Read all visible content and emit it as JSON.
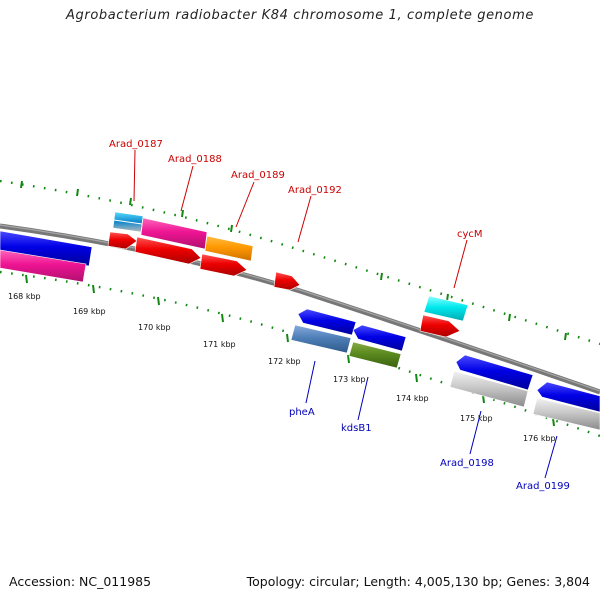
{
  "title": "Agrobacterium radiobacter K84 chromosome 1, complete genome",
  "footer": {
    "accession": "Accession: NC_011985",
    "summary": "Topology: circular; Length: 4,005,130 bp; Genes: 3,804"
  },
  "ticks": [
    "168 kbp",
    "169 kbp",
    "170 kbp",
    "171 kbp",
    "172 kbp",
    "173 kbp",
    "174 kbp",
    "175 kbp",
    "176 kbp"
  ],
  "colors": {
    "forward_label": "#cc0000",
    "reverse_label": "#0000bb",
    "tick": "#118811",
    "backbone": "#808080"
  },
  "forward_labels": [
    "Arad_0187",
    "Arad_0188",
    "Arad_0189",
    "Arad_0192",
    "cycM"
  ],
  "reverse_labels": [
    "pheA",
    "kdsB1",
    "Arad_0198",
    "Arad_0199"
  ]
}
